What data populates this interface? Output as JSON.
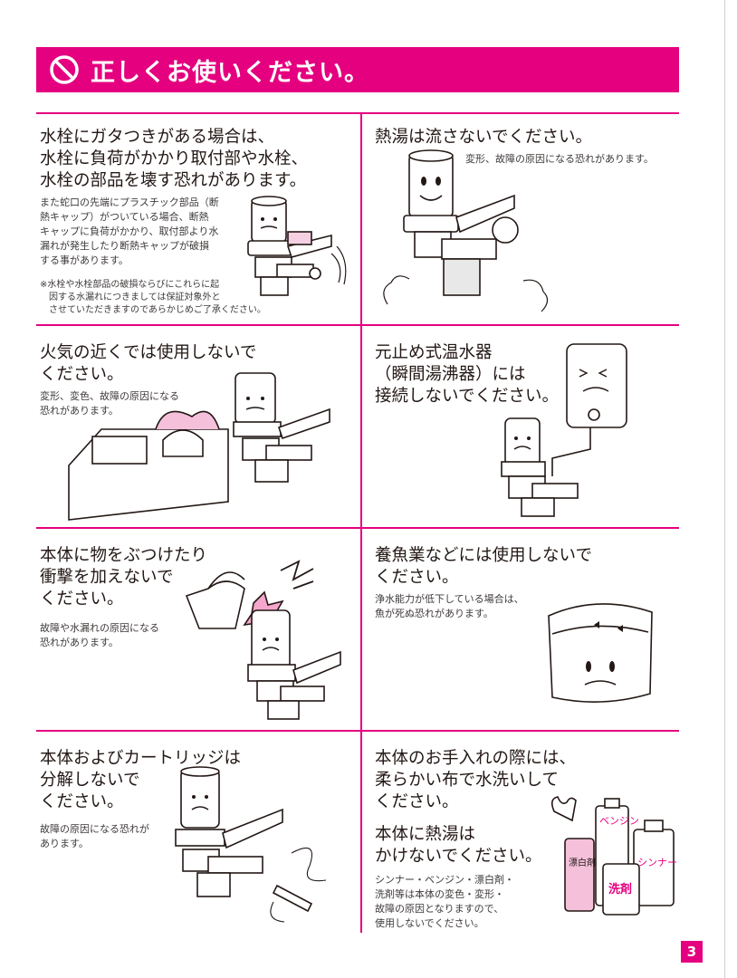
{
  "banner": {
    "title": "正しくお使いください。",
    "accent": "#e4007f"
  },
  "sections": {
    "s1": {
      "heading": [
        "水栓にガタつきがある場合は、",
        "水栓に負荷がかかり取付部や水栓、",
        "水栓の部品を壊す恐れがあります。"
      ],
      "note": [
        "また蛇口の先端にプラスチック部品（断",
        "熱キャップ）がついている場合、断熱",
        "キャップに負荷がかかり、取付部より水",
        "漏れが発生したり断熱キャップが破損",
        "する事があります。"
      ],
      "small": [
        "※水栓や水栓部品の破損ならびにこれらに起",
        "　因する水漏れにつきましては保証対象外と",
        "　させていただきますのであらかじめご了承ください。"
      ]
    },
    "s2": {
      "heading": [
        "熱湯は流さないでください。"
      ],
      "note": [
        "変形、故障の原因になる恐れがあります。"
      ]
    },
    "s3": {
      "heading": [
        "火気の近くでは使用しないで",
        "ください。"
      ],
      "note": [
        "変形、変色、故障の原因になる",
        "恐れがあります。"
      ]
    },
    "s4": {
      "heading": [
        "元止め式温水器",
        "（瞬間湯沸器）には",
        "接続しないでください。"
      ]
    },
    "s5": {
      "heading": [
        "本体に物をぶつけたり",
        "衝撃を加えないで",
        "ください。"
      ],
      "note": [
        "故障や水漏れの原因になる",
        "恐れがあります。"
      ]
    },
    "s6": {
      "heading": [
        "養魚業などには使用しないで",
        "ください。"
      ],
      "note": [
        "浄水能力が低下している場合は、",
        "魚が死ぬ恐れがあります。"
      ]
    },
    "s7": {
      "heading": [
        "本体およびカートリッジは",
        "分解しないで",
        "ください。"
      ],
      "note": [
        "故障の原因になる恐れが",
        "あります。"
      ]
    },
    "s8": {
      "heading": [
        "本体のお手入れの際には、",
        "柔らかい布で水洗いして",
        "ください。"
      ],
      "heading2": [
        "本体に熱湯は",
        "かけないでください。"
      ],
      "note": [
        "シンナー・ベンジン・漂白剤・",
        "洗剤等は本体の変色・変形・",
        "故障の原因となりますので、",
        "使用しないでください。"
      ],
      "bottle_labels": {
        "benzine": "ベンジン",
        "thinner": "シンナー",
        "bleach": "漂白剤",
        "detergent": "洗剤"
      }
    }
  },
  "page_number": "3",
  "icons": {
    "banner": "prohibition-icon"
  }
}
